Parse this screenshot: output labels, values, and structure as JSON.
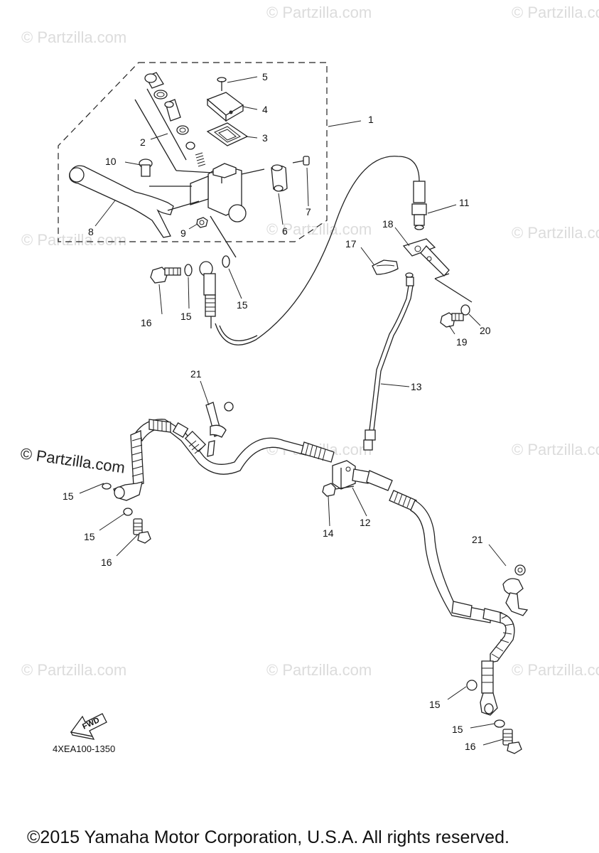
{
  "diagram": {
    "part_code": "4XEA100-1350",
    "copyright": "©2015 Yamaha Motor Corporation, U.S.A. All rights reserved.",
    "fwd_label": "FWD",
    "watermark": "© Partzilla.com",
    "watermark_bold": "© Partzilla.com",
    "callouts": {
      "c1": "1",
      "c2": "2",
      "c3": "3",
      "c4": "4",
      "c5": "5",
      "c6": "6",
      "c7": "7",
      "c8": "8",
      "c9": "9",
      "c10": "10",
      "c11": "11",
      "c12": "12",
      "c13": "13",
      "c14": "14",
      "c15a": "15",
      "c15b": "15",
      "c15c": "15",
      "c15d": "15",
      "c15e": "15",
      "c15f": "15",
      "c16a": "16",
      "c16b": "16",
      "c16c": "16",
      "c17": "17",
      "c18": "18",
      "c19": "19",
      "c20": "20",
      "c21a": "21",
      "c21b": "21"
    }
  }
}
